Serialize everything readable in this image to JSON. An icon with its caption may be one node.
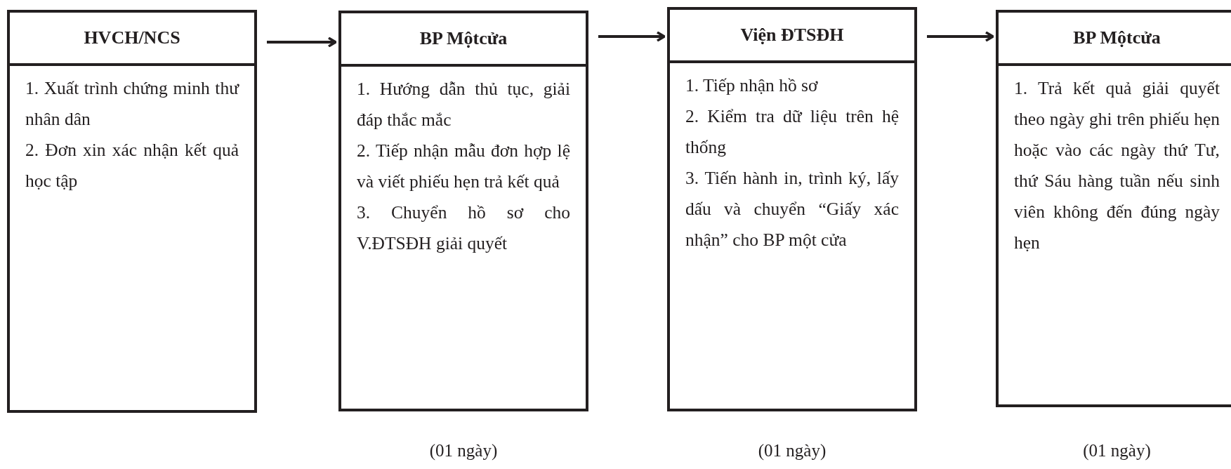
{
  "diagram": {
    "nodes": [
      {
        "text": [
          "HVCH/NCS",
          "1. Xuất trình chứng minh thư nhân dân",
          "2. Đơn xin xác nhận kết quả học tập"
        ]
      },
      {
        "text": [
          "BP Mộtcửa",
          "1. Hướng dẫn thủ tục, giải đáp thắc mắc",
          "2. Tiếp nhận mẫu đơn hợp lệ và viết phiếu hẹn trả kết quả",
          "3. Chuyển hồ sơ cho V.ĐTSĐH giải quyết"
        ],
        "beside": [
          "(01 ngày)"
        ]
      },
      {
        "text": [
          "Viện ĐTSĐH",
          "1. Tiếp nhận hồ sơ",
          "2. Kiểm tra dữ liệu trên hệ thống",
          "3. Tiến hành in, trình ký, lấy dấu và chuyển “Giấy xác nhận” cho BP một cửa"
        ],
        "beside": [
          "(01 ngày)"
        ]
      },
      {
        "text": [
          "BP Mộtcửa",
          "1. Trả kết quả giải quyết theo ngày ghi trên phiếu hẹn hoặc vào các ngày thứ Tư, thứ Sáu hàng tuần nếu sinh viên không đến đúng ngày hẹn"
        ],
        "beside": [
          "(01 ngày)"
        ]
      }
    ],
    "edges": [
      {
        "from": 0,
        "to": 1,
        "arrow": "to"
      },
      {
        "from": 1,
        "to": 2,
        "arrow": "to"
      },
      {
        "from": 2,
        "to": 3,
        "arrow": "to"
      }
    ]
  }
}
